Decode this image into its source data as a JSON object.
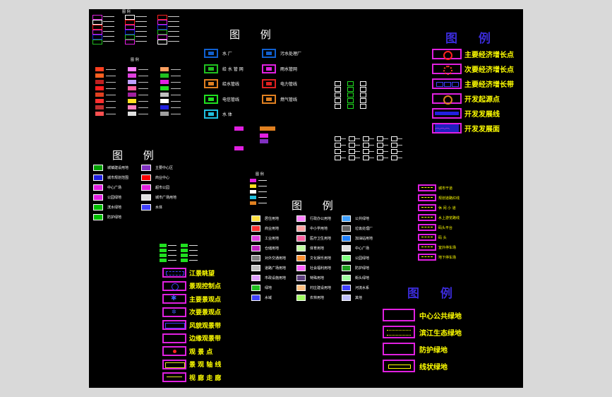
{
  "canvas": {
    "background": "#000000",
    "outer_background": "#d9d9d9"
  },
  "legend_top_right": {
    "title": "图 例",
    "items": [
      {
        "label": "主要经济增长点",
        "icon": "ring-dot"
      },
      {
        "label": "次要经济增长点",
        "icon": "ring-dashed"
      },
      {
        "label": "主要经济增长带",
        "icon": "three-boxes"
      },
      {
        "label": "开发起源点",
        "icon": "ring"
      },
      {
        "label": "开发发展线",
        "icon": "thick-line"
      },
      {
        "label": "开发发展面",
        "icon": "wave-band"
      }
    ]
  },
  "legend_center_top": {
    "title": "图 例",
    "items": [
      {
        "label": "水 厂",
        "color": "#1060d0"
      },
      {
        "label": "污水处理厂",
        "color": "#1060d0"
      },
      {
        "label": "给 水 管 网",
        "color": "#20c020"
      },
      {
        "label": "雨水管网",
        "color": "#e020e0"
      },
      {
        "label": "给水管线",
        "color": "#e08020"
      },
      {
        "label": "电力管线",
        "color": "#e02020"
      },
      {
        "label": "电信管线",
        "color": "#20e020"
      },
      {
        "label": "燃气管线",
        "color": "#e08020"
      },
      {
        "label": "水 体",
        "color": "#20c0e0"
      }
    ]
  },
  "legend_mid_left": {
    "title": "图 例",
    "items": [
      {
        "label": "城镇建设用地",
        "color": "#00a000"
      },
      {
        "label": "主要中心区",
        "color": "#8030c0"
      },
      {
        "label": "城市规划范围",
        "color": "#2020e0"
      },
      {
        "label": "商业中心",
        "color": "#ff0000"
      },
      {
        "label": "中心广场",
        "color": "#e020e0"
      },
      {
        "label": "超市公园",
        "color": "#e020e0"
      },
      {
        "label": "公园绿地",
        "color": "#e020e0"
      },
      {
        "label": "城市广场用地",
        "color": "#e0e0e0"
      },
      {
        "label": "滨水绿地",
        "color": "#00c000"
      },
      {
        "label": "水体",
        "color": "#4040ff"
      },
      {
        "label": "防护绿地",
        "color": "#00c000"
      }
    ]
  },
  "legend_center_mid": {
    "title": "图 例",
    "col1": [
      "居住用地",
      "商业用地",
      "工业用地",
      "仓储用地",
      "对外交通用地",
      "道路广场用地",
      "市政设施用地",
      "绿地",
      "水域"
    ],
    "col2": [
      "行政办公用地",
      "中小学用地",
      "医疗卫生用地",
      "体育用地",
      "文化娱乐用地",
      "社会福利用地",
      "特殊用地",
      "村庄建设用地",
      "农林用地"
    ],
    "col3": [
      "公共绿地",
      "垃圾处理厂",
      "加油站用地",
      "中心广场",
      "公园绿地",
      "防护绿地",
      "街头绿地",
      "河流水系",
      "其他"
    ]
  },
  "legend_landscape": {
    "items": [
      {
        "label": "江景眺望",
        "icon": "dots-band"
      },
      {
        "label": "景观控制点",
        "icon": "ring"
      },
      {
        "label": "主要景观点",
        "icon": "star"
      },
      {
        "label": "次要景观点",
        "icon": "star-small"
      },
      {
        "label": "风貌观景带",
        "icon": "blue-band"
      },
      {
        "label": "边缘观景带",
        "icon": "magenta-box"
      },
      {
        "label": "观 景 点",
        "icon": "red-dot"
      },
      {
        "label": "景 观 轴 线",
        "icon": "boxes"
      },
      {
        "label": "视 廊 走 廊",
        "icon": "line-box"
      }
    ]
  },
  "legend_right_mid": {
    "items": [
      {
        "label": "城市干道"
      },
      {
        "label": "规划道路红线"
      },
      {
        "label": "休 闲 小 道"
      },
      {
        "label": "水上游览路线"
      },
      {
        "label": "码头平台"
      },
      {
        "label": "码 头"
      },
      {
        "label": "室外停车场"
      },
      {
        "label": "地下停车场"
      }
    ]
  },
  "legend_bottom_right": {
    "title": "图 例",
    "items": [
      {
        "label": "中心公共绿地"
      },
      {
        "label": "滨江生态绿地"
      },
      {
        "label": "防护绿地"
      },
      {
        "label": "线状绿地"
      }
    ]
  },
  "small_title": "图 例",
  "colors": {
    "magenta": "#e020e0",
    "yellow": "#ffff00",
    "title_blue": "#3a2bd6",
    "white": "#ffffff"
  }
}
